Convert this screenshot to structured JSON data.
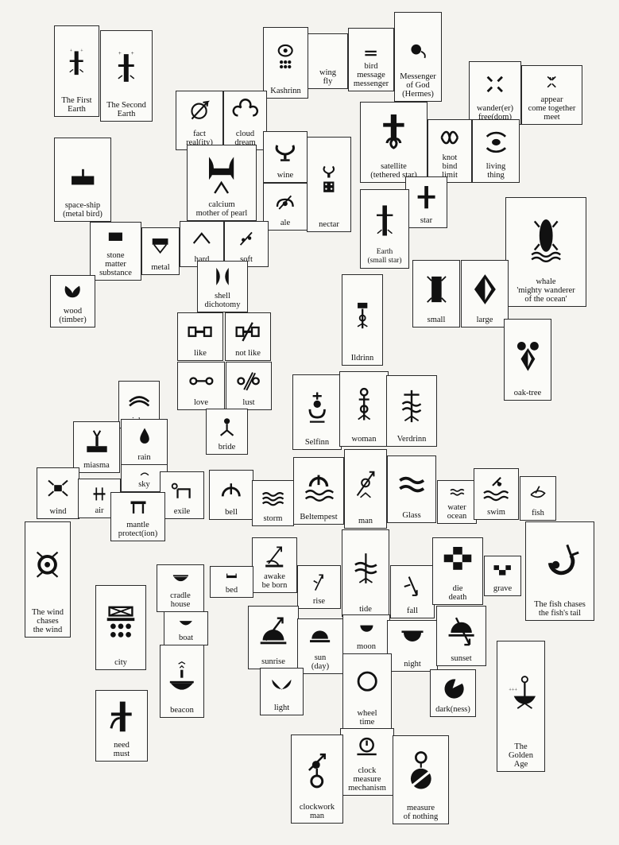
{
  "cards": [
    {
      "id": "first-earth",
      "lines": [
        "The First",
        "Earth"
      ],
      "icon": "tower-plus-icon"
    },
    {
      "id": "second-earth",
      "lines": [
        "The Second",
        "Earth"
      ],
      "icon": "tower-plus-icon"
    },
    {
      "id": "kashrinn",
      "lines": [
        "Kashrinn"
      ],
      "icon": "eye-grid-icon"
    },
    {
      "id": "wing",
      "lines": [
        "wing",
        "fly"
      ],
      "icon": "crescent-icon"
    },
    {
      "id": "bird-message",
      "lines": [
        "bird",
        "message",
        "messenger"
      ],
      "icon": "crescent-bars-icon"
    },
    {
      "id": "messenger-god",
      "lines": [
        "Messenger",
        "of God",
        "(Hermes)"
      ],
      "icon": "messenger-icon"
    },
    {
      "id": "wanderer",
      "lines": [
        "wander(er)",
        "free(dom)"
      ],
      "icon": "arrows-out-icon"
    },
    {
      "id": "appear",
      "lines": [
        "appear",
        "come together",
        "meet"
      ],
      "icon": "arrows-in-icon"
    },
    {
      "id": "fact",
      "lines": [
        "fact",
        "real(ity)"
      ],
      "icon": "arrow-circle-icon"
    },
    {
      "id": "cloud",
      "lines": [
        "cloud",
        "dream"
      ],
      "icon": "cloud-icon"
    },
    {
      "id": "satellite",
      "lines": [
        "satellite",
        "(tethered star)"
      ],
      "icon": "tethered-star-icon"
    },
    {
      "id": "knot",
      "lines": [
        "knot",
        "bind",
        "limit"
      ],
      "icon": "knot-icon"
    },
    {
      "id": "living-thing",
      "lines": [
        "living",
        "thing"
      ],
      "icon": "living-icon"
    },
    {
      "id": "space-ship",
      "lines": [
        "space-ship",
        "(metal bird)"
      ],
      "icon": "ship-icon"
    },
    {
      "id": "wine",
      "lines": [
        "wine"
      ],
      "icon": "cup-icon"
    },
    {
      "id": "calcium",
      "lines": [
        "calcium",
        "mother of pearl"
      ],
      "icon": "shell-stand-icon"
    },
    {
      "id": "nectar",
      "lines": [
        "nectar"
      ],
      "icon": "nectar-icon"
    },
    {
      "id": "ale",
      "lines": [
        "ale"
      ],
      "icon": "ale-icon"
    },
    {
      "id": "star",
      "lines": [
        "star"
      ],
      "icon": "cross-icon"
    },
    {
      "id": "earth-small-star",
      "lines": [
        "Earth",
        "(small star)"
      ],
      "icon": "tower-icon"
    },
    {
      "id": "whale",
      "lines": [
        "whale",
        "'mighty wanderer",
        "of the ocean'"
      ],
      "icon": "whale-icon"
    },
    {
      "id": "stone",
      "lines": [
        "stone",
        "matter",
        "substance"
      ],
      "icon": "block-icon"
    },
    {
      "id": "metal",
      "lines": [
        "metal"
      ],
      "icon": "metal-icon"
    },
    {
      "id": "hard",
      "lines": [
        "hard"
      ],
      "icon": "caret-icon"
    },
    {
      "id": "soft",
      "lines": [
        "soft"
      ],
      "icon": "soft-icon"
    },
    {
      "id": "shell",
      "lines": [
        "shell",
        "dichotomy"
      ],
      "icon": "shell-icon"
    },
    {
      "id": "wood",
      "lines": [
        "wood",
        "(timber)"
      ],
      "icon": "leaf-icon"
    },
    {
      "id": "small",
      "lines": [
        "small"
      ],
      "icon": "small-block-icon"
    },
    {
      "id": "large",
      "lines": [
        "large"
      ],
      "icon": "diamond-icon"
    },
    {
      "id": "ildrinn",
      "lines": [
        "Ildrinn"
      ],
      "icon": "ildrinn-icon"
    },
    {
      "id": "like",
      "lines": [
        "like"
      ],
      "icon": "dumbbell-icon"
    },
    {
      "id": "not-like",
      "lines": [
        "not like"
      ],
      "icon": "dumbbell-slash-icon"
    },
    {
      "id": "oak-tree",
      "lines": [
        "oak-tree"
      ],
      "icon": "oak-icon"
    },
    {
      "id": "love",
      "lines": [
        "love"
      ],
      "icon": "love-icon"
    },
    {
      "id": "lust",
      "lines": [
        "lust"
      ],
      "icon": "lust-icon"
    },
    {
      "id": "rainbow",
      "lines": [
        "rainbow"
      ],
      "icon": "arc-icon"
    },
    {
      "id": "bride",
      "lines": [
        "bride"
      ],
      "icon": "bride-icon"
    },
    {
      "id": "selfinn",
      "lines": [
        "Selfinn"
      ],
      "icon": "selfinn-icon"
    },
    {
      "id": "woman",
      "lines": [
        "woman"
      ],
      "icon": "woman-icon"
    },
    {
      "id": "verdrinn",
      "lines": [
        "Verdrinn"
      ],
      "icon": "verdrinn-icon"
    },
    {
      "id": "miasma",
      "lines": [
        "miasma"
      ],
      "icon": "miasma-icon"
    },
    {
      "id": "rain",
      "lines": [
        "rain"
      ],
      "icon": "drop-icon"
    },
    {
      "id": "sky",
      "lines": [
        "sky"
      ],
      "icon": "sky-icon"
    },
    {
      "id": "wind",
      "lines": [
        "wind"
      ],
      "icon": "wind-icon"
    },
    {
      "id": "air",
      "lines": [
        "air"
      ],
      "icon": "air-icon"
    },
    {
      "id": "exile",
      "lines": [
        "exile"
      ],
      "icon": "exile-icon"
    },
    {
      "id": "bell",
      "lines": [
        "bell"
      ],
      "icon": "bell-icon"
    },
    {
      "id": "storm",
      "lines": [
        "storm"
      ],
      "icon": "waves-icon"
    },
    {
      "id": "beltempest",
      "lines": [
        "Beltempest"
      ],
      "icon": "beltempest-icon"
    },
    {
      "id": "man",
      "lines": [
        "man"
      ],
      "icon": "man-icon"
    },
    {
      "id": "glass",
      "lines": [
        "Glass"
      ],
      "icon": "glass-icon"
    },
    {
      "id": "water",
      "lines": [
        "water",
        "ocean"
      ],
      "icon": "water-icon"
    },
    {
      "id": "swim",
      "lines": [
        "swim"
      ],
      "icon": "swim-icon"
    },
    {
      "id": "fish",
      "lines": [
        "fish"
      ],
      "icon": "fish-icon"
    },
    {
      "id": "mantle",
      "lines": [
        "mantle",
        "protect(ion)"
      ],
      "icon": "mantle-icon"
    },
    {
      "id": "wind-chases",
      "lines": [
        "The wind",
        "chases",
        "the wind"
      ],
      "icon": "wind-chases-icon"
    },
    {
      "id": "fish-chases",
      "lines": [
        "The fish chases",
        "the fish's tail"
      ],
      "icon": "fish-chases-icon"
    },
    {
      "id": "awake",
      "lines": [
        "awake",
        "be born"
      ],
      "icon": "awake-icon"
    },
    {
      "id": "cradle",
      "lines": [
        "cradle",
        "house"
      ],
      "icon": "cradle-icon"
    },
    {
      "id": "bed",
      "lines": [
        "bed"
      ],
      "icon": "bed-icon"
    },
    {
      "id": "rise",
      "lines": [
        "rise"
      ],
      "icon": "rise-icon"
    },
    {
      "id": "tide",
      "lines": [
        "tide"
      ],
      "icon": "tide-icon"
    },
    {
      "id": "fall",
      "lines": [
        "fall"
      ],
      "icon": "fall-icon"
    },
    {
      "id": "die",
      "lines": [
        "die",
        "death"
      ],
      "icon": "checker-icon"
    },
    {
      "id": "grave",
      "lines": [
        "grave"
      ],
      "icon": "grave-icon"
    },
    {
      "id": "city",
      "lines": [
        "city"
      ],
      "icon": "city-icon"
    },
    {
      "id": "boat",
      "lines": [
        "boat"
      ],
      "icon": "boat-icon"
    },
    {
      "id": "sunrise",
      "lines": [
        "sunrise"
      ],
      "icon": "sunrise-icon"
    },
    {
      "id": "sun",
      "lines": [
        "sun",
        "(day)"
      ],
      "icon": "sun-icon"
    },
    {
      "id": "moon",
      "lines": [
        "moon"
      ],
      "icon": "moon-icon"
    },
    {
      "id": "night",
      "lines": [
        "night"
      ],
      "icon": "night-icon"
    },
    {
      "id": "sunset",
      "lines": [
        "sunset"
      ],
      "icon": "sunset-icon"
    },
    {
      "id": "beacon",
      "lines": [
        "beacon"
      ],
      "icon": "beacon-icon"
    },
    {
      "id": "light",
      "lines": [
        "light"
      ],
      "icon": "light-icon"
    },
    {
      "id": "wheel",
      "lines": [
        "wheel",
        "time"
      ],
      "icon": "ring-icon"
    },
    {
      "id": "dark",
      "lines": [
        "dark(ness)"
      ],
      "icon": "pacman-icon"
    },
    {
      "id": "golden-age",
      "lines": [
        "The",
        "Golden",
        "Age"
      ],
      "icon": "golden-age-icon"
    },
    {
      "id": "need",
      "lines": [
        "need",
        "must"
      ],
      "icon": "need-icon"
    },
    {
      "id": "clock",
      "lines": [
        "clock",
        "measure",
        "mechanism"
      ],
      "icon": "clock-icon"
    },
    {
      "id": "measure-nothing",
      "lines": [
        "measure",
        "of nothing"
      ],
      "icon": "measure-icon"
    },
    {
      "id": "clockwork-man",
      "lines": [
        "clockwork",
        "man"
      ],
      "icon": "clockwork-icon"
    }
  ]
}
